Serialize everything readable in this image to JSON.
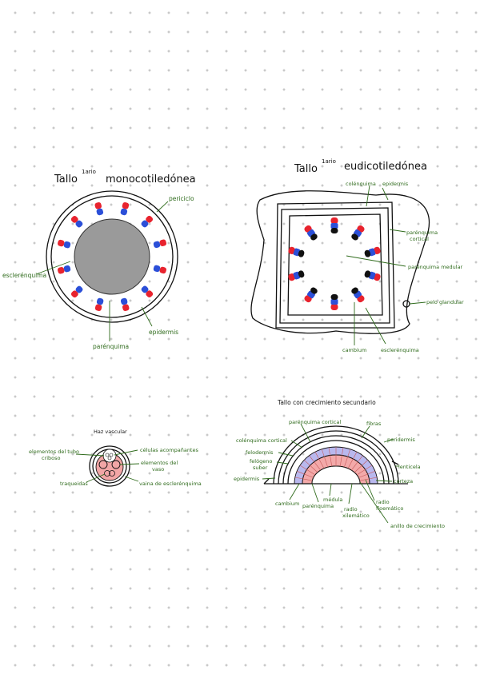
{
  "monocot": {
    "title": "Tallo",
    "sup": "1ario",
    "title2": "monocotiledónea",
    "labels": {
      "periciclo": "periciclo",
      "esclerenquima": "esclerénquima",
      "parenquima": "parénquima",
      "epidermis": "epidermis"
    }
  },
  "eudicot": {
    "title": "Tallo",
    "sup": "1ario",
    "title2": "eudicotiledónea",
    "labels": {
      "colenquima": "colénquima",
      "epidermis": "epidermis",
      "parenquima_cortical_1": "parénquima",
      "parenquima_cortical_2": "cortical",
      "parenquima_medular": "parénquima medular",
      "pelo_glandular": "pelo glandular",
      "cambium": "cambium",
      "esclerenquima": "esclerénquima"
    }
  },
  "haz": {
    "title": "Haz vascular",
    "labels": {
      "elementos_tubo_1": "elementos del tubo",
      "elementos_tubo_2": "criboso",
      "celulas_acomp": "células acompañantes",
      "elementos_vaso_1": "elementos del",
      "elementos_vaso_2": "vaso",
      "traqueidas": "traqueidas",
      "vaina": "vaina de esclerénquima"
    }
  },
  "secundario": {
    "title": "Tallo con crecimiento secundario",
    "labels": {
      "parenquima_cortical": "parénquima cortical",
      "fibras": "fibras",
      "colenquima_cortical": "colénquima cortical",
      "peridermis": "peridermis",
      "felodermis": "felodermis",
      "felogeno_1": "felógeno",
      "felogeno_2": "suber",
      "lenticela": "lenticela",
      "epidermis": "epidermis",
      "corteza": "corteza",
      "cambium": "cambium",
      "parenquima": "parénquima",
      "medula": "médula",
      "radio_xilematico_1": "radio",
      "radio_xilematico_2": "xilemático",
      "radio_floematico_1": "radio",
      "radio_floematico_2": "floemático",
      "anillo": "anillo de crecimiento"
    }
  },
  "colors": {
    "ink": "#111111",
    "label_green": "#2f6b1c",
    "xylem_red": "#e8232e",
    "phloem_blue": "#2b4fd8",
    "pith_gray": "#9a9a9a",
    "cambium_black": "#111111",
    "bundle_pink": "#f2a6a6",
    "secondary_pink": "#f3a9a9",
    "secondary_lilac": "#b9b8ee"
  },
  "icons": [
    "grid-dot-background"
  ]
}
